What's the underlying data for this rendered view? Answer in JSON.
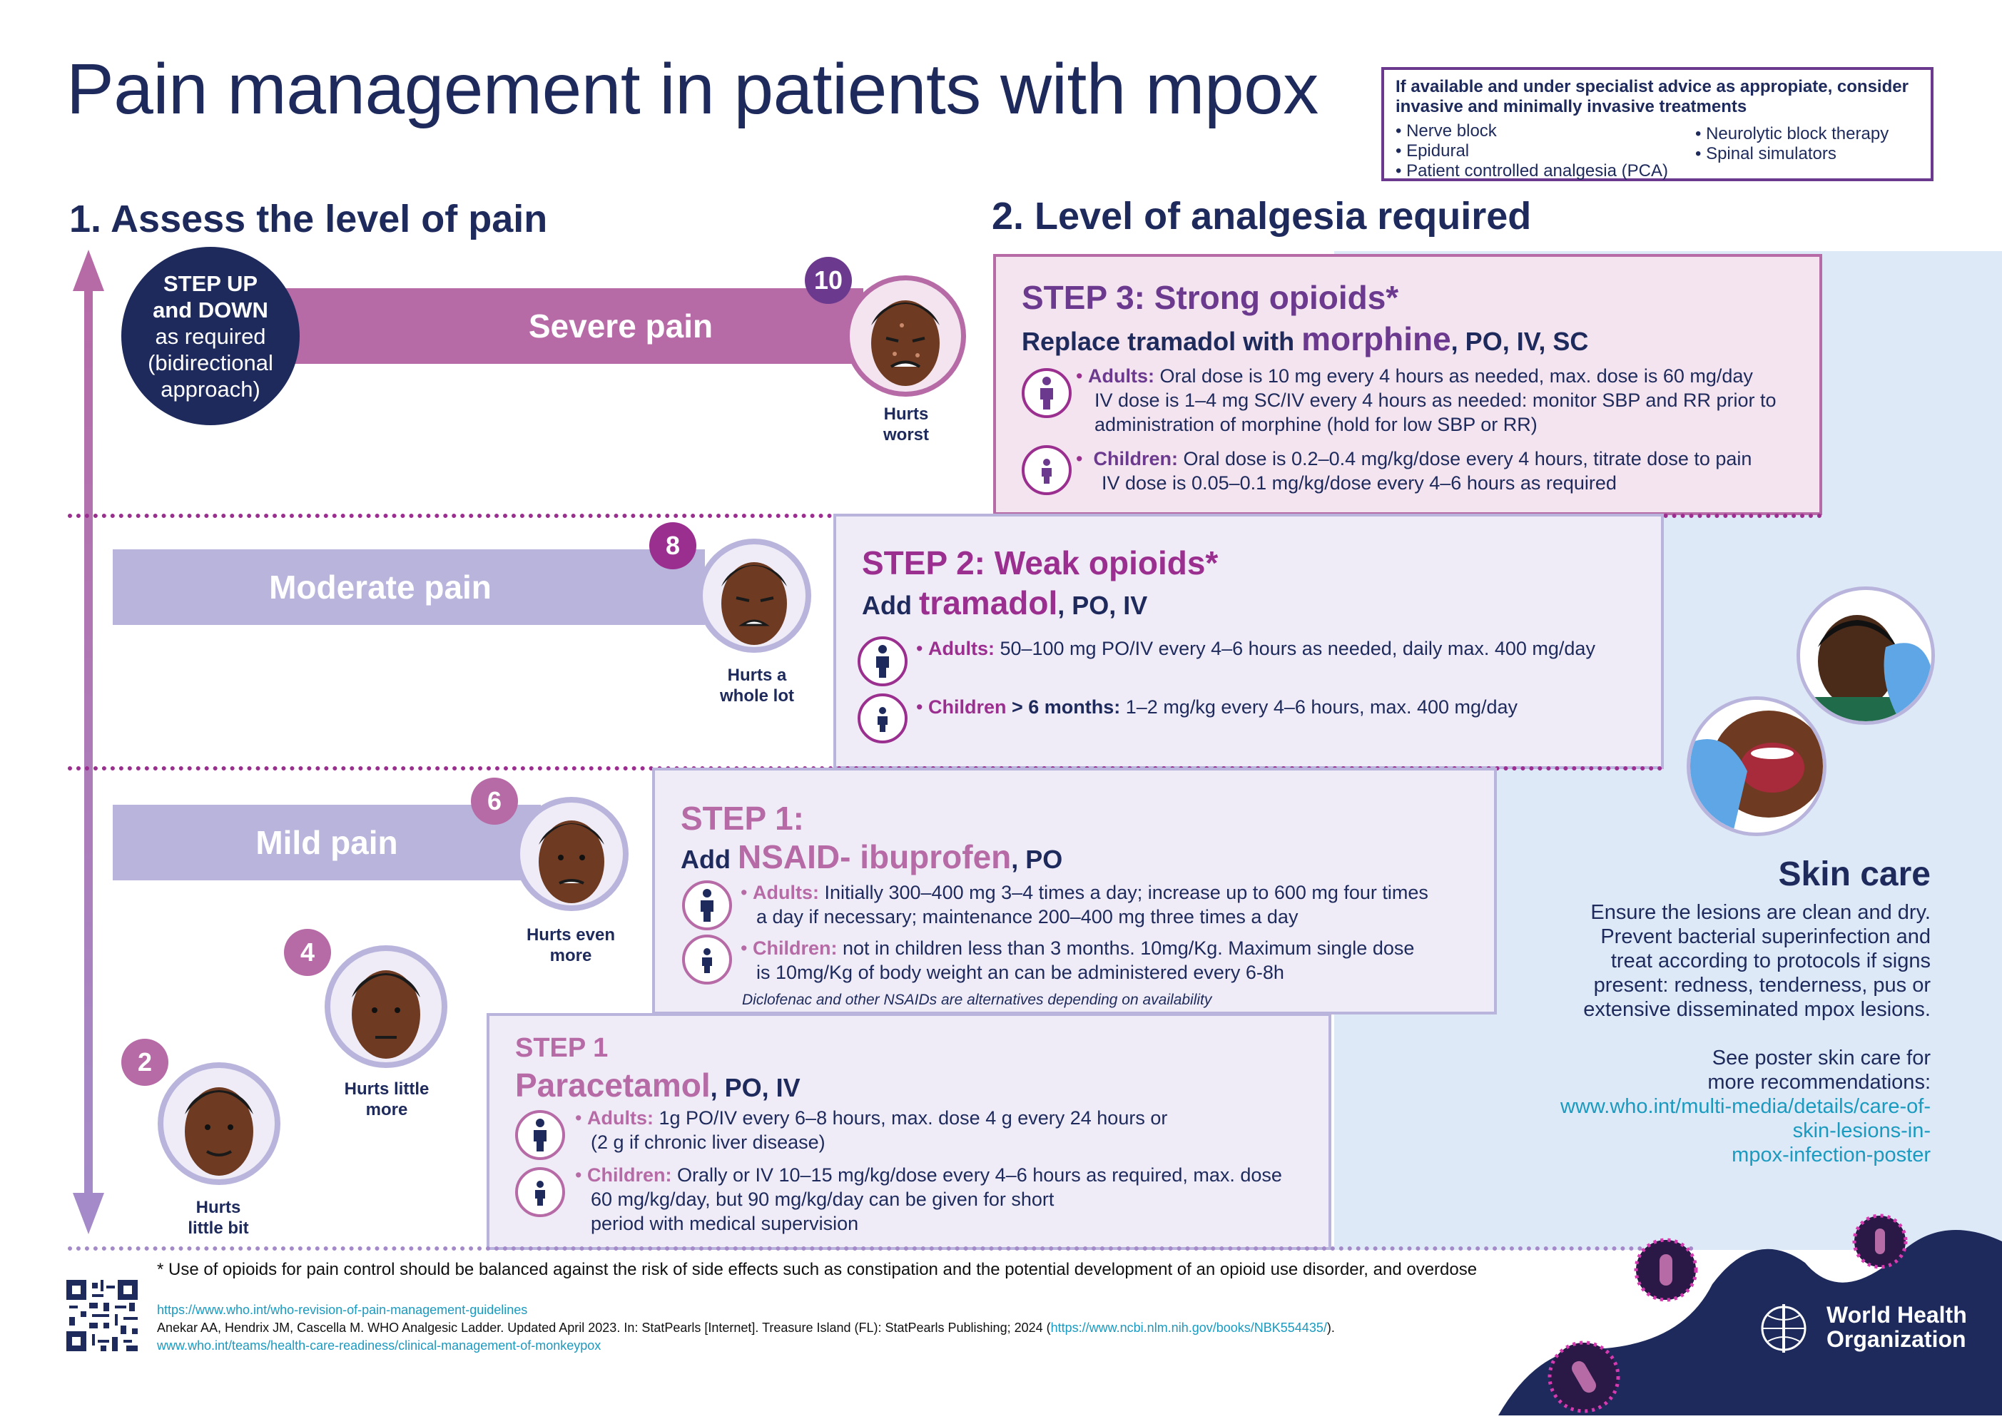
{
  "title": "Pain management in patients with mpox",
  "advice": {
    "title": "If available and under specialist advice as appropiate, consider invasive and minimally invasive treatments",
    "left_items": [
      "Nerve block",
      "Epidural",
      "Patient controlled analgesia (PCA)"
    ],
    "right_items": [
      "Neurolytic block therapy",
      "Spinal simulators"
    ]
  },
  "section1": {
    "title": "1.  Assess the level of pain"
  },
  "section2": {
    "title": "2. Level of analgesia required"
  },
  "step_up": {
    "line1": "STEP UP",
    "line2": "and DOWN",
    "line3": "as required",
    "line4": "(bidirectional",
    "line5": "approach)"
  },
  "pain_levels": {
    "severe": {
      "label": "Severe pain",
      "score": "10",
      "face_label_1": "Hurts",
      "face_label_2": "worst"
    },
    "moderate": {
      "label": "Moderate pain",
      "score": "8",
      "face_label_1": "Hurts a",
      "face_label_2": "whole lot"
    },
    "mild": {
      "label": "Mild pain",
      "score": "6",
      "face_label_1": "Hurts even",
      "face_label_2": "more"
    },
    "four": {
      "score": "4",
      "face_label_1": "Hurts little",
      "face_label_2": "more"
    },
    "two": {
      "score": "2",
      "face_label_1": "Hurts",
      "face_label_2": "little bit"
    }
  },
  "step3": {
    "title": "STEP 3: Strong opioids*",
    "sub_prefix": "Replace tramadol with ",
    "drug": "morphine",
    "route": ", PO, IV, SC",
    "adults_label": "Adults:",
    "adults_line1": " Oral dose is 10 mg every 4 hours as needed, max. dose is 60 mg/day",
    "adults_line2": "IV dose is 1–4 mg SC/IV every 4 hours as needed: monitor SBP and RR prior to",
    "adults_line3": "administration of morphine (hold for low SBP or RR)",
    "children_label": "Children:",
    "children_line1": " Oral dose is 0.2–0.4 mg/kg/dose every 4 hours, titrate dose to pain",
    "children_line2": "IV dose is 0.05–0.1 mg/kg/dose every 4–6 hours as required"
  },
  "step2": {
    "title": "STEP 2: Weak opioids*",
    "sub_prefix": "Add ",
    "drug": "tramadol",
    "route": ", PO, IV",
    "adults_label": "Adults:",
    "adults_line1": " 50–100 mg PO/IV every 4–6 hours as needed, daily max. 400 mg/day",
    "children_label": "Children",
    "children_age": " > 6 months:",
    "children_line1": " 1–2 mg/kg every 4–6 hours, max. 400 mg/day"
  },
  "step1_nsaid": {
    "title": "STEP 1:",
    "sub_prefix": "Add ",
    "drug": "NSAID- ibuprofen",
    "route": ", PO",
    "adults_label": "Adults:",
    "adults_line1": " Initially 300–400 mg 3–4 times a day; increase up to 600 mg four times",
    "adults_line2": "a day if necessary; maintenance 200–400 mg three times a day",
    "children_label": "Children:",
    "children_line1": " not in children less than 3 months. 10mg/Kg. Maximum single dose",
    "children_line2": "is 10mg/Kg of body weight an can be administered every 6-8h",
    "note": "Diclofenac and other NSAIDs are alternatives depending on availability"
  },
  "step1_para": {
    "title": "STEP 1",
    "drug": "Paracetamol",
    "route": ", PO, IV",
    "adults_label": "Adults:",
    "adults_line1": " 1g PO/IV every 6–8 hours, max. dose  4 g every 24 hours or",
    "adults_line2": "(2 g if chronic liver disease)",
    "children_label": "Children:",
    "children_line1": " Orally or IV 10–15 mg/kg/dose every 4–6 hours as required, max. dose",
    "children_line2": "60 mg/kg/day, but 90 mg/kg/day can be given for short",
    "children_line3": "period with medical supervision"
  },
  "skin_care": {
    "title": "Skin care",
    "lines": [
      "Ensure the lesions are clean and dry.",
      "Prevent bacterial superinfection and",
      "treat according to protocols if signs",
      "present: redness, tenderness, pus or",
      "extensive disseminated mpox lesions."
    ],
    "see_1": "See poster skin care for",
    "see_2": "more recommendations:",
    "link_1": "www.who.int/multi-media/details/care-of-skin-lesions-in-",
    "link_2": "mpox-infection-poster"
  },
  "footnote": "* Use of opioids for pain control should be balanced against the risk of side effects such as constipation and the potential development of an opioid use disorder, and overdose",
  "references": {
    "ref1": "https://www.who.int/who-revision-of-pain-management-guidelines",
    "ref2_a": "Anekar AA, Hendrix JM, Cascella M. WHO Analgesic Ladder. Updated April 2023.  In: StatPearls [Internet]. Treasure Island (FL): StatPearls Publishing; 2024 (",
    "ref2_link": "https://www.ncbi.nlm.nih.gov/books/NBK554435/",
    "ref2_b": ").",
    "ref3": "www.who.int/teams/health-care-readiness/clinical-management-of-monkeypox"
  },
  "who_logo": {
    "line1": "World Health",
    "line2": "Organization"
  },
  "colors": {
    "navy": "#1d2a5b",
    "purple": "#6b3a8e",
    "magenta": "#9b2f8f",
    "pink": "#b66aa6",
    "lavender": "#b8b4dc",
    "step3_bg": "#f3e4ef",
    "step_bg": "#efecf7",
    "skin_bg": "#dde9f7",
    "link": "#1b9ac0"
  }
}
